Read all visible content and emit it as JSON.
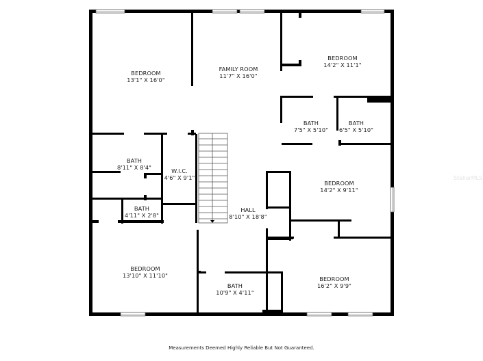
{
  "floor_plan": {
    "rooms": [
      {
        "id": "bedroom-nw",
        "name": "BEDROOM",
        "dimensions": "13'1\" X 16'0\""
      },
      {
        "id": "family-room",
        "name": "FAMILY ROOM",
        "dimensions": "11'7\" X 16'0\""
      },
      {
        "id": "bedroom-ne",
        "name": "BEDROOM",
        "dimensions": "14'2\" X 11'1\""
      },
      {
        "id": "bath-ne-left",
        "name": "BATH",
        "dimensions": "7'5\" X 5'10\""
      },
      {
        "id": "bath-ne-right",
        "name": "BATH",
        "dimensions": "6'5\" X 5'10\""
      },
      {
        "id": "bath-west",
        "name": "BATH",
        "dimensions": "8'11\" X 8'4\""
      },
      {
        "id": "wic",
        "name": "W.I.C.",
        "dimensions": "4'6\" X 9'1\""
      },
      {
        "id": "bath-small",
        "name": "BATH",
        "dimensions": "4'11\" X 2'8\""
      },
      {
        "id": "bedroom-east",
        "name": "BEDROOM",
        "dimensions": "14'2\" X 9'11\""
      },
      {
        "id": "hall",
        "name": "HALL",
        "dimensions": "8'10\" X 18'8\""
      },
      {
        "id": "bedroom-sw",
        "name": "BEDROOM",
        "dimensions": "13'10\" X 11'10\""
      },
      {
        "id": "bath-south",
        "name": "BATH",
        "dimensions": "10'9\" X 4'11\""
      },
      {
        "id": "bedroom-se",
        "name": "BEDROOM",
        "dimensions": "16'2\" X 9'9\""
      }
    ],
    "stairs": {
      "direction": "down-arrow"
    },
    "colors": {
      "wall": "#000000",
      "background": "#ffffff",
      "text": "#1a1a1a"
    }
  },
  "footer": {
    "disclaimer": "Measurements Deemed Highly Reliable But Not Guaranteed."
  },
  "watermark": {
    "text": "StellarMLS"
  }
}
